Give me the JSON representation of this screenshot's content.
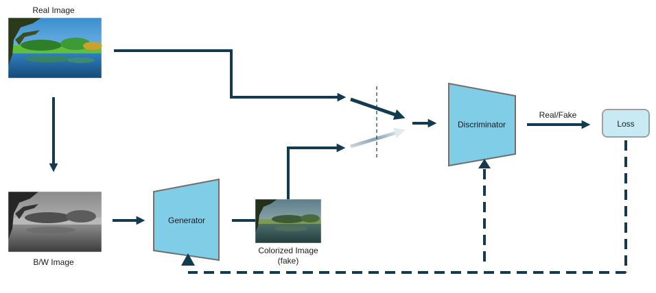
{
  "labels": {
    "real_image": "Real Image",
    "bw_image": "B/W Image",
    "colorized_line1": "Colorized Image",
    "colorized_line2": "(fake)",
    "generator": "Generator",
    "discriminator": "Discriminator",
    "real_fake": "Real/Fake",
    "loss": "Loss"
  },
  "colors": {
    "arrow": "#123b4f",
    "block_fill": "#80cde8",
    "block_stroke": "#6f6f6f",
    "loss_fill": "#c7eaf5",
    "loss_stroke": "#9aa0a4"
  },
  "images": [
    {
      "name": "real-image-photo",
      "kind": "color"
    },
    {
      "name": "bw-image-photo",
      "kind": "grayscale"
    },
    {
      "name": "colorized-image-photo",
      "kind": "colorized"
    }
  ]
}
